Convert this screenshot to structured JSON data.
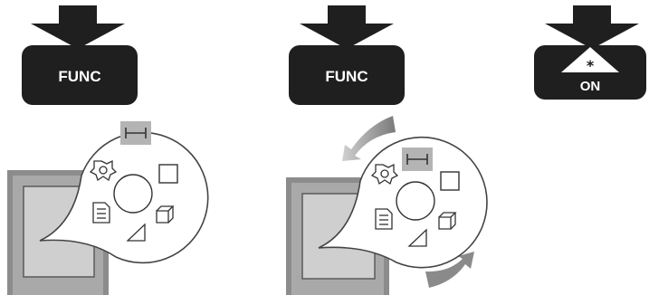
{
  "steps": [
    {
      "button_label": "FUNC"
    },
    {
      "button_label": "FUNC"
    },
    {
      "button_label": "ON",
      "button_symbol": "*"
    }
  ],
  "menu_icons": [
    "gear-icon",
    "ruler-icon",
    "square-icon",
    "document-icon",
    "circle-icon",
    "cube-icon",
    "triangle-icon"
  ],
  "colors": {
    "button": "#1f1f1f",
    "arrow": "#1f1f1f",
    "highlight": "#b4b4b4",
    "device_frame": "#8c8c8c",
    "device_screen": "#cfcfcf",
    "rotate_arrow": "#8a8a8a",
    "line": "#444444"
  }
}
